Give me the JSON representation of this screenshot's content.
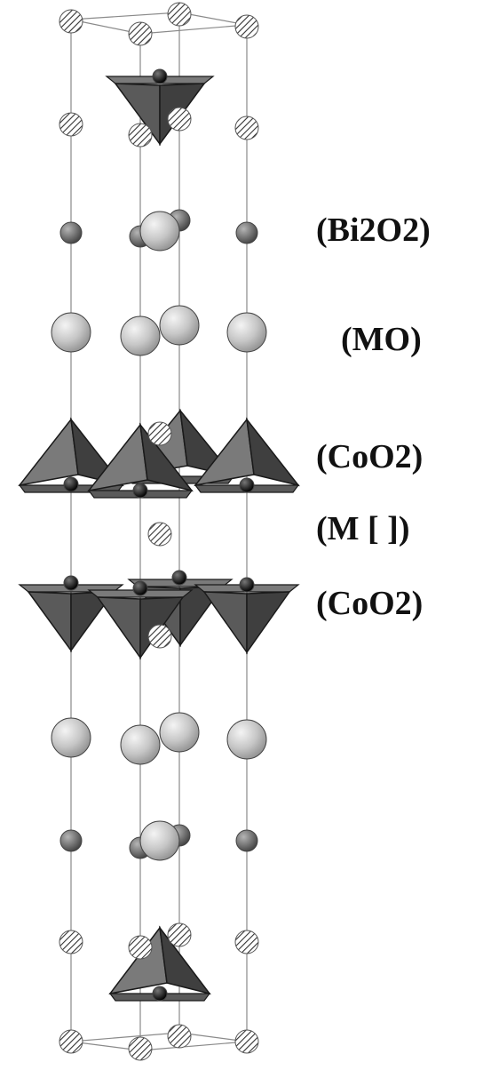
{
  "layers": [
    {
      "label": "(Bi2O2)"
    },
    {
      "label": "(MO)"
    },
    {
      "label": "(CoO2)"
    },
    {
      "label": "(M [   ])"
    },
    {
      "label": "(CoO2)"
    }
  ],
  "colors": {
    "background": "#ffffff",
    "frame_line": "#8a8a8a",
    "polyhedron_dark": "#3f3f3f",
    "polyhedron_mid": "#5a5a5a",
    "polyhedron_light": "#7a7a7a",
    "sphere_large": "#c6c6c6",
    "sphere_small": "#7a7a7a",
    "sphere_hatched": "#ffffff",
    "cation_black": "#111111",
    "label_text": "#111111"
  }
}
